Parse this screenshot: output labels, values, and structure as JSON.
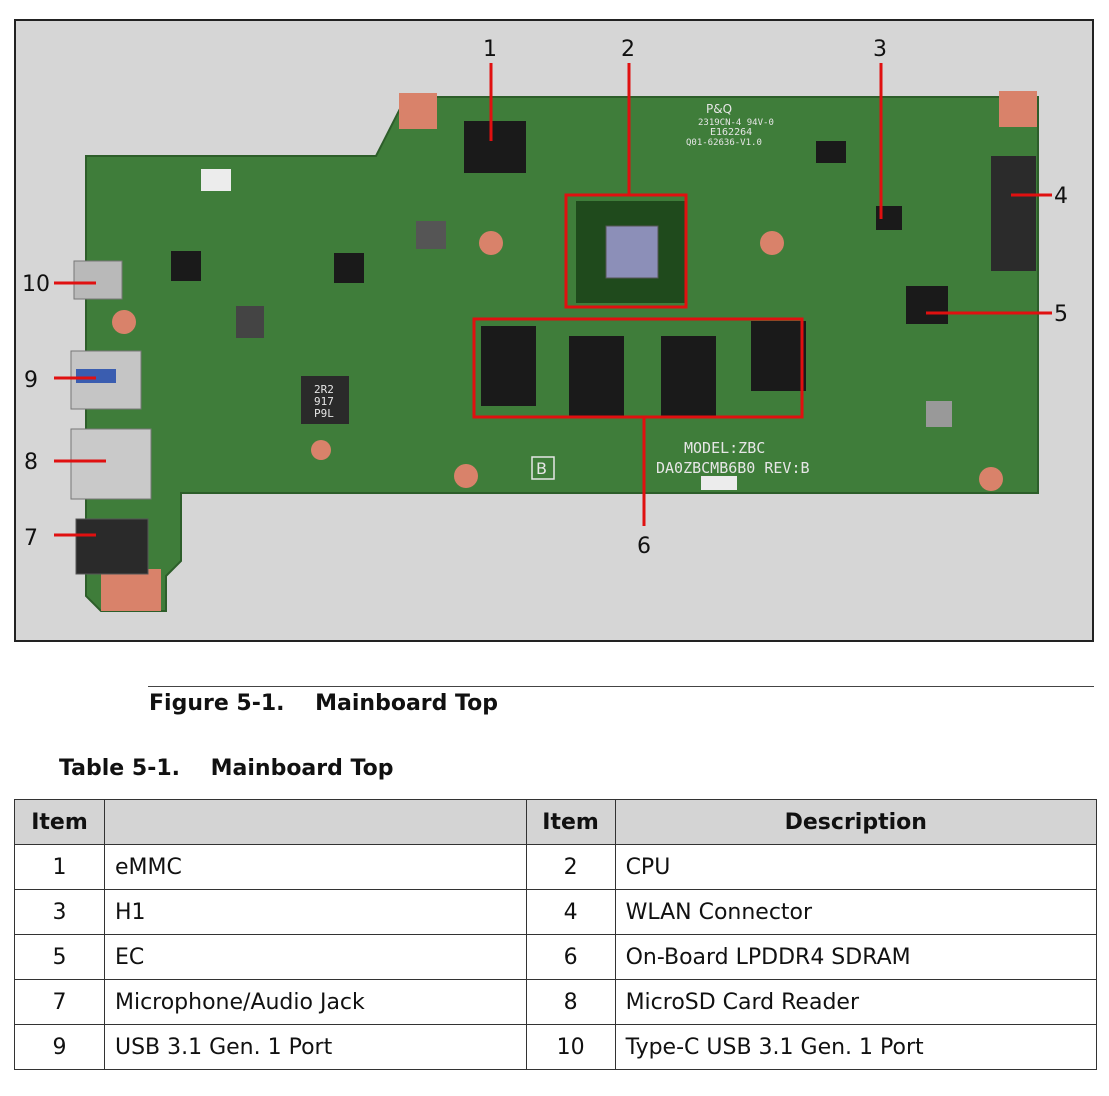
{
  "figure": {
    "callouts": [
      "1",
      "2",
      "3",
      "4",
      "5",
      "6",
      "7",
      "8",
      "9",
      "10"
    ],
    "board_text": {
      "model": "MODEL:ZBC",
      "revision": "DA0ZBCMB6B0 REV:B",
      "cert": "P&Q",
      "ul_code": "E162264",
      "part": "Q01-62636-V1.0",
      "rating": "2319CN-4 94V-0",
      "inductor1": "2R2\n917\nP9L",
      "badge": "B"
    },
    "caption": "Figure 5-1.    Mainboard Top"
  },
  "table": {
    "caption": "Table 5-1.    Mainboard Top",
    "headers": [
      "Item",
      "",
      "Item",
      "Description"
    ],
    "rows": [
      [
        "1",
        "eMMC",
        "2",
        "CPU"
      ],
      [
        "3",
        "H1",
        "4",
        "WLAN Connector"
      ],
      [
        "5",
        "EC",
        "6",
        "On-Board LPDDR4 SDRAM"
      ],
      [
        "7",
        "Microphone/Audio Jack",
        "8",
        "MicroSD Card Reader"
      ],
      [
        "9",
        "USB 3.1 Gen. 1 Port",
        "10",
        "Type-C USB 3.1 Gen. 1 Port"
      ]
    ]
  },
  "colors": {
    "board": "#3f7d3a",
    "callout_line": "#e01010",
    "pad": "#d9826a"
  }
}
